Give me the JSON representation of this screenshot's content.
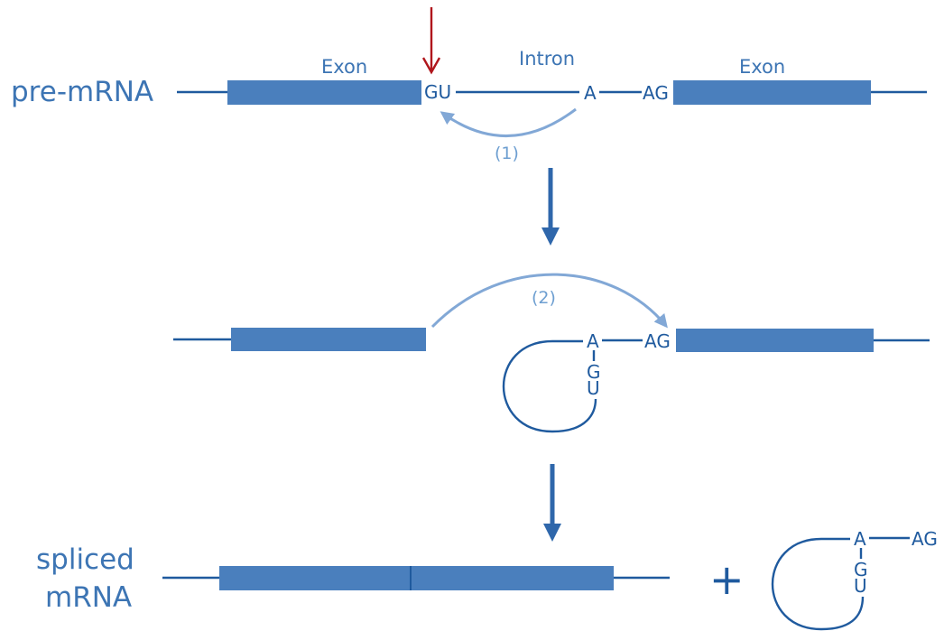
{
  "labels": {
    "pre_mrna": "pre-mRNA",
    "exon_left": "Exon",
    "intron": "Intron",
    "exon_right": "Exon",
    "spliced_line1": "spliced",
    "spliced_line2": "mRNA",
    "step1": "(1)",
    "step2": "(2)",
    "plus": "+"
  },
  "sequences": {
    "gu": "GU",
    "a": "A",
    "ag": "AG",
    "g": "G",
    "u": "U"
  },
  "colors": {
    "exon": "#4a7fbd",
    "strand": "#1f5a9e",
    "arc": "#82a8d6",
    "cut_marker": "#b0161c"
  }
}
